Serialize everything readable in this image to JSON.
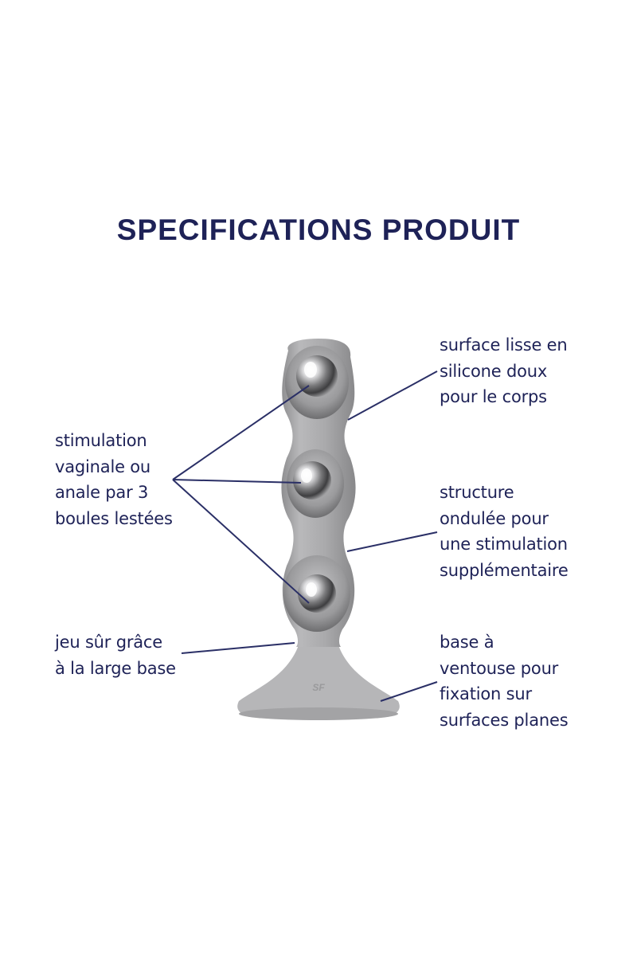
{
  "title": "SPECIFICATIONS PRODUIT",
  "colors": {
    "text": "#1e2257",
    "leader_line": "#2a2f66",
    "product_body": "#a8a8aa",
    "background": "#ffffff"
  },
  "product": {
    "name": "gray silicone anal/vaginal plug with 3 weighted metal balls and suction-cup base",
    "logo": "SF",
    "balls": 3
  },
  "callouts": [
    {
      "id": "surface",
      "side": "right",
      "lines": [
        "surface lisse en",
        "silicone doux",
        "pour le corps"
      ]
    },
    {
      "id": "balls",
      "side": "left",
      "lines": [
        "stimulation",
        "vaginale ou",
        "anale par 3",
        "boules lestées"
      ]
    },
    {
      "id": "structure",
      "side": "right",
      "lines": [
        "structure",
        "ondulée pour",
        "une stimulation",
        "supplémentaire"
      ]
    },
    {
      "id": "base-safety",
      "side": "left",
      "lines": [
        "jeu sûr grâce",
        "à la large base"
      ]
    },
    {
      "id": "suction",
      "side": "right",
      "lines": [
        "base à",
        "ventouse pour",
        "fixation sur",
        "surfaces planes"
      ]
    }
  ]
}
